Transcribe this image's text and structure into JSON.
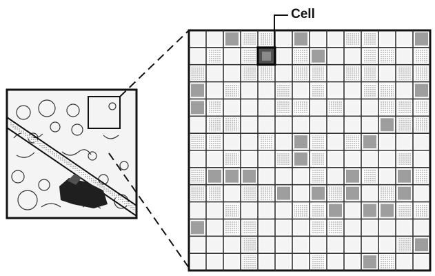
{
  "annotation": {
    "label": "Cell"
  },
  "colors": {
    "ink": "#111111",
    "grid": "#222222",
    "shade": "#b9b9b9",
    "dark": "#4a4a4a"
  },
  "grid": {
    "rows": 14,
    "cols": 14
  }
}
